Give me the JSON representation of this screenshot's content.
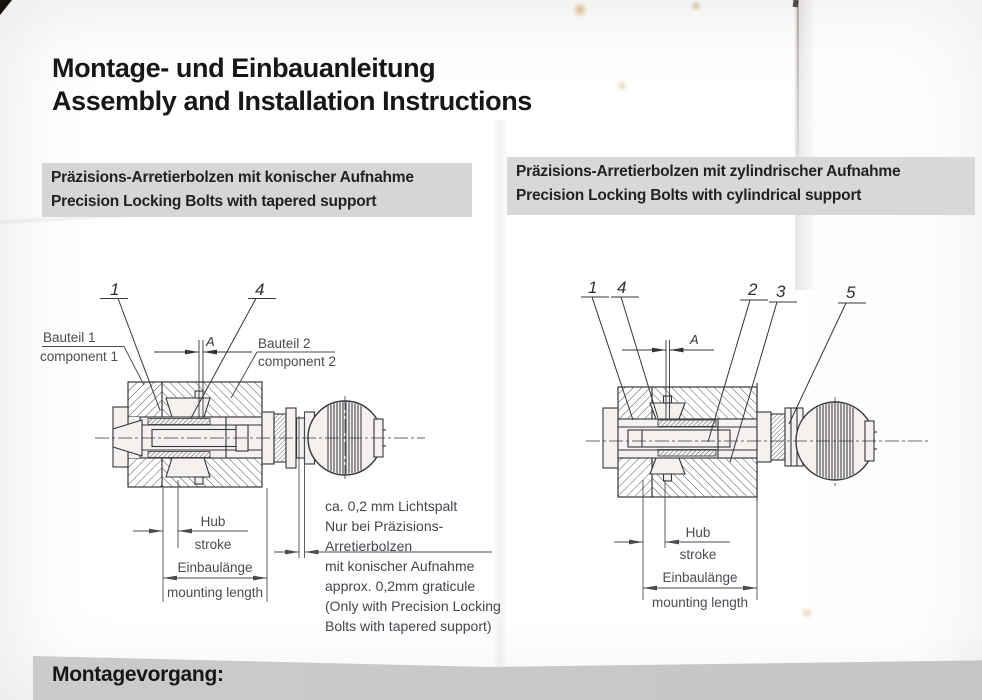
{
  "title": {
    "line1": "Montage- und Einbauanleitung",
    "line2": "Assembly and Installation Instructions"
  },
  "left": {
    "header": {
      "de": "Präzisions-Arretierbolzen mit konischer Aufnahme",
      "en": "Precision Locking Bolts with tapered support"
    },
    "diagram": {
      "callouts": [
        "1",
        "4"
      ],
      "component1": {
        "de": "Bauteil 1",
        "en": "component 1"
      },
      "component2": {
        "de": "Bauteil 2",
        "en": "component 2"
      },
      "dim_a": "A",
      "hub": {
        "de": "Hub",
        "en": "stroke"
      },
      "einbaulaenge": {
        "de": "Einbaulänge",
        "en": "mounting length"
      }
    },
    "note": {
      "de1": "ca. 0,2 mm Lichtspalt",
      "de2": "Nur bei Präzisions-Arretierbolzen",
      "de3": "mit konischer Aufnahme",
      "en1": "approx. 0,2mm graticule",
      "en2": "(Only with Precision Locking",
      "en3": "Bolts with tapered support)"
    }
  },
  "right": {
    "header": {
      "de": "Präzisions-Arretierbolzen mit zylindrischer Aufnahme",
      "en": "Precision Locking Bolts with cylindrical support"
    },
    "diagram": {
      "callouts": [
        "1",
        "4",
        "2",
        "3",
        "5"
      ],
      "dim_a": "A",
      "hub": {
        "de": "Hub",
        "en": "stroke"
      },
      "einbaulaenge": {
        "de": "Einbaulänge",
        "en": "mounting length"
      }
    }
  },
  "footer": {
    "heading": "Montagevorgang:"
  },
  "colors": {
    "paper": "#f2eeec",
    "section_bar": "#d8d6d4",
    "bottom_band": "#cac8c7",
    "ink": "#17171a",
    "drawing_line": "#34343c",
    "dimension_text": "#4b4b53",
    "stain": "#c18e34"
  }
}
